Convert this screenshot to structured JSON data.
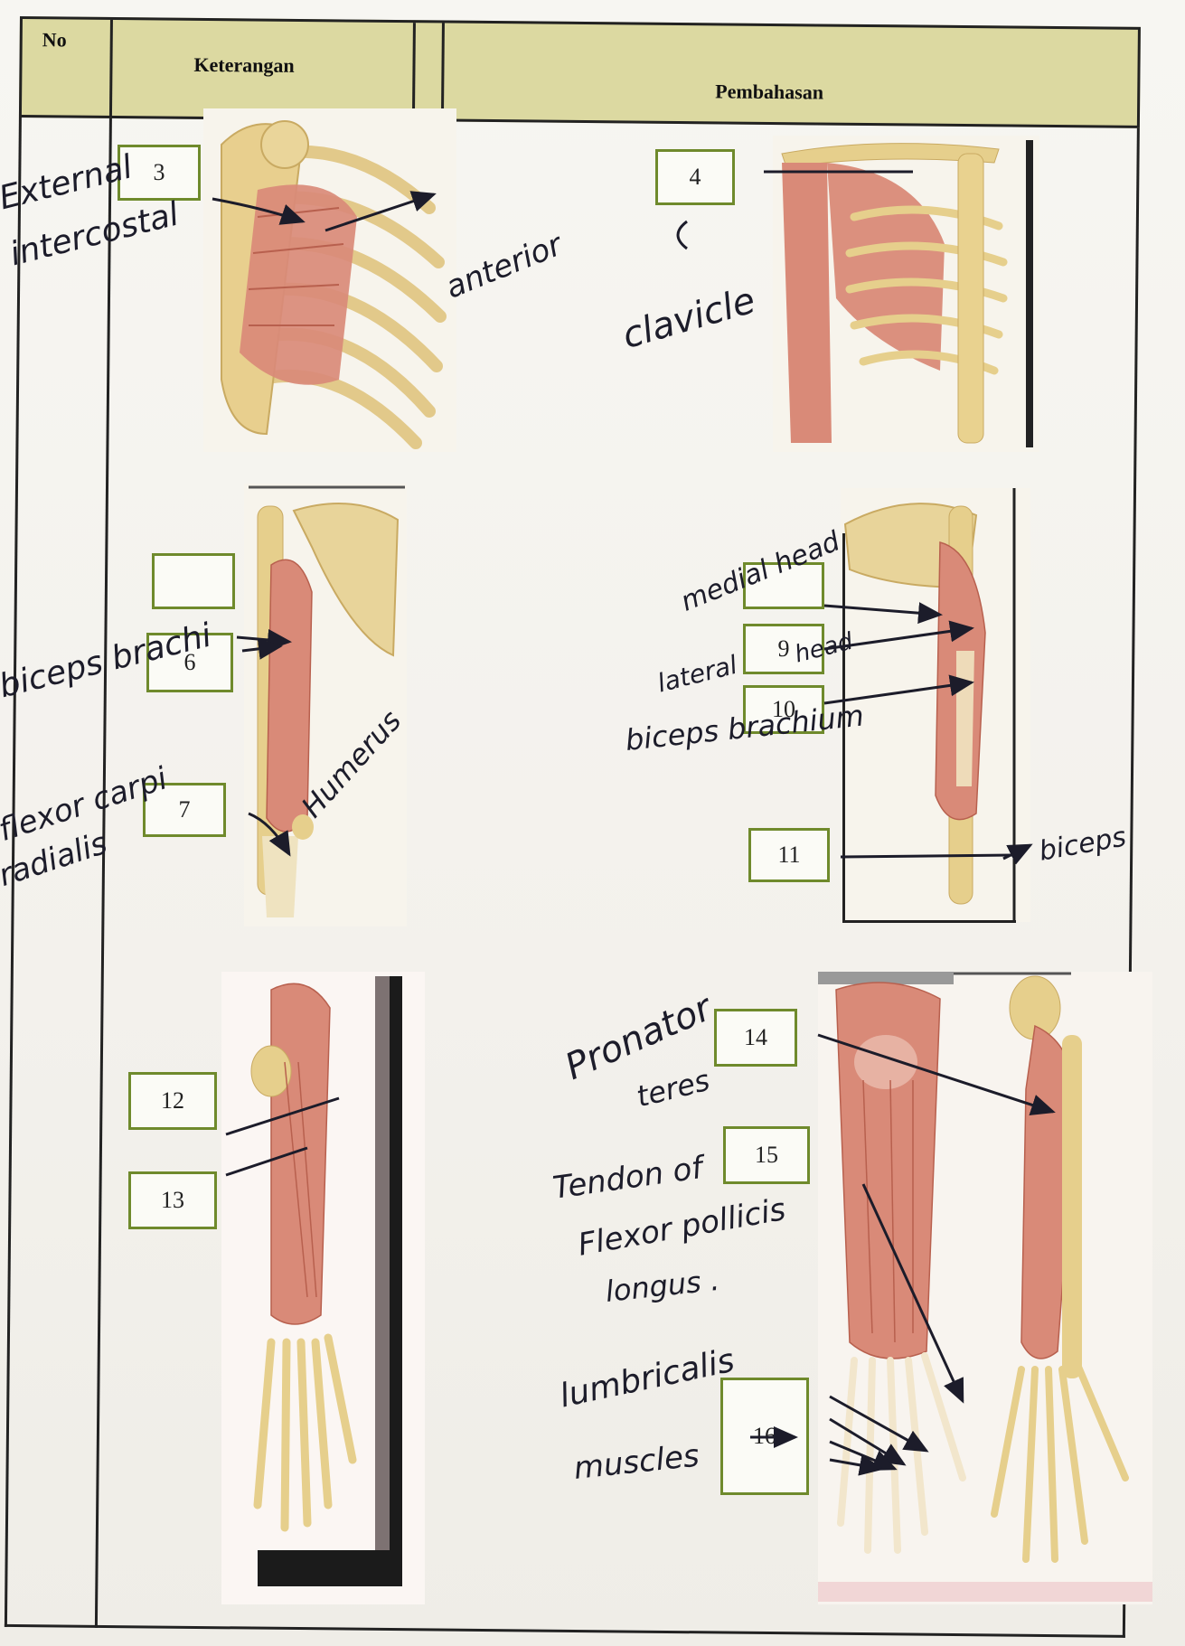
{
  "header": {
    "col_no": "No",
    "col_keterangan": "Keterangan",
    "col_pembahasan": "Pembahasan"
  },
  "label_boxes": {
    "b3": "3",
    "b4": "4",
    "b6": "6",
    "b7": "7",
    "b9": "9",
    "b10": "10",
    "b11": "11",
    "b12": "12",
    "b13": "13",
    "b14": "14",
    "b15": "15",
    "b16": "16"
  },
  "handwriting": {
    "external_1": "External",
    "intercostal": "intercostal",
    "anterior": "anterior",
    "clavicle": "clavicle",
    "biceps_brachi": "biceps brachi",
    "humerus": "Humerus",
    "flexor_carpi": "flexor carpi",
    "radialis": "radialis",
    "medial_head": "medial head",
    "lateral": "lateral",
    "head": "head",
    "biceps_brachium": "biceps brachium",
    "biceps_right": "biceps",
    "pronator": "Pronator",
    "teres": "teres",
    "tendon_of": "Tendon of",
    "flexor_pollicis": "Flexor pollicis",
    "longus": "longus .",
    "lumbricalis": "lumbricalis",
    "muscles": "muscles"
  },
  "colors": {
    "header_bg": "#dcd9a1",
    "box_border": "#6f8a2c",
    "muscle": "#d98a78",
    "bone": "#e6cf8c"
  }
}
